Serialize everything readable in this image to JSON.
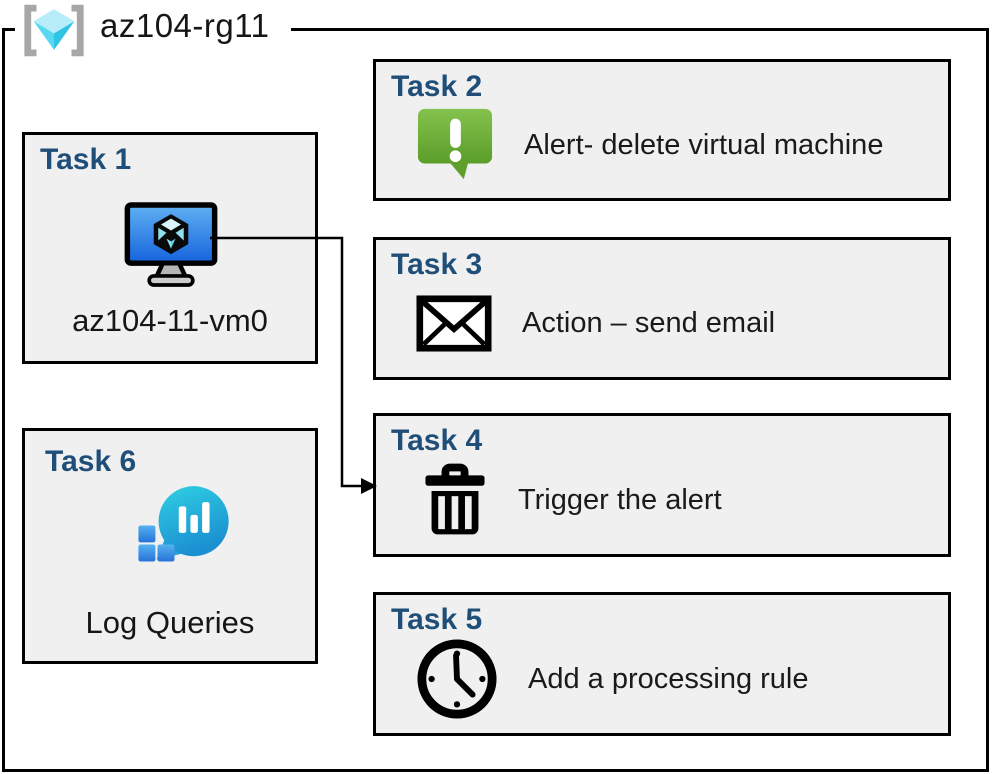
{
  "header": {
    "resource_group": "az104-rg11"
  },
  "boxes": {
    "task1": {
      "label": "Task 1",
      "caption": "az104-11-vm0",
      "icon": "virtual-machine-icon"
    },
    "task2": {
      "label": "Task 2",
      "text": "Alert- delete virtual machine",
      "icon": "alert-message-icon"
    },
    "task3": {
      "label": "Task 3",
      "text": "Action – send email",
      "icon": "email-envelope-icon"
    },
    "task4": {
      "label": "Task 4",
      "text": "Trigger the alert",
      "icon": "trash-delete-icon"
    },
    "task5": {
      "label": "Task 5",
      "text": "Add a processing rule",
      "icon": "clock-icon"
    },
    "task6": {
      "label": "Task 6",
      "caption": "Log Queries",
      "icon": "log-queries-icon"
    }
  },
  "connector": {
    "from": "task1",
    "to": "task4"
  },
  "colors": {
    "task_label_blue": "#1f4e79",
    "box_background": "#f0f0f0",
    "box_border": "#000000",
    "alert_green": "#6aad33",
    "vm_screen_blue": "#2577e4",
    "log_analytics_teal": "#24bcdc",
    "square_blue": "#3a93e6",
    "bracket_gray": "#a7a7a7",
    "cube_cyan": "#50d5ef"
  }
}
